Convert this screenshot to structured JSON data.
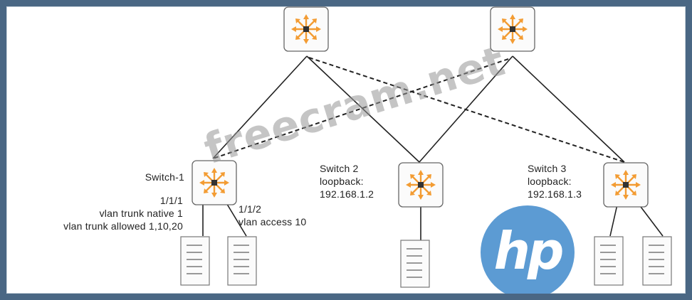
{
  "switches": {
    "switch1": {
      "name": "Switch-1",
      "port1_label": "1/1/1",
      "port1_cfg_a": "vlan trunk native 1",
      "port1_cfg_b": "vlan trunk allowed 1,10,20",
      "port2_label": "1/1/2",
      "port2_cfg": "vlan access 10"
    },
    "switch2": {
      "name": "Switch 2",
      "loopback_label": "loopback:",
      "loopback_ip": "192.168.1.2"
    },
    "switch3": {
      "name": "Switch 3",
      "loopback_label": "loopback:",
      "loopback_ip": "192.168.1.3"
    }
  },
  "watermark": "freecram.net",
  "logo": {
    "text": "hp"
  },
  "colors": {
    "frame": "#4a6784",
    "switch_arrows": "#f39c33",
    "logo": "#5c9bd3",
    "link": "#222222"
  },
  "icons": [
    "router-switch-icon",
    "server-icon"
  ]
}
